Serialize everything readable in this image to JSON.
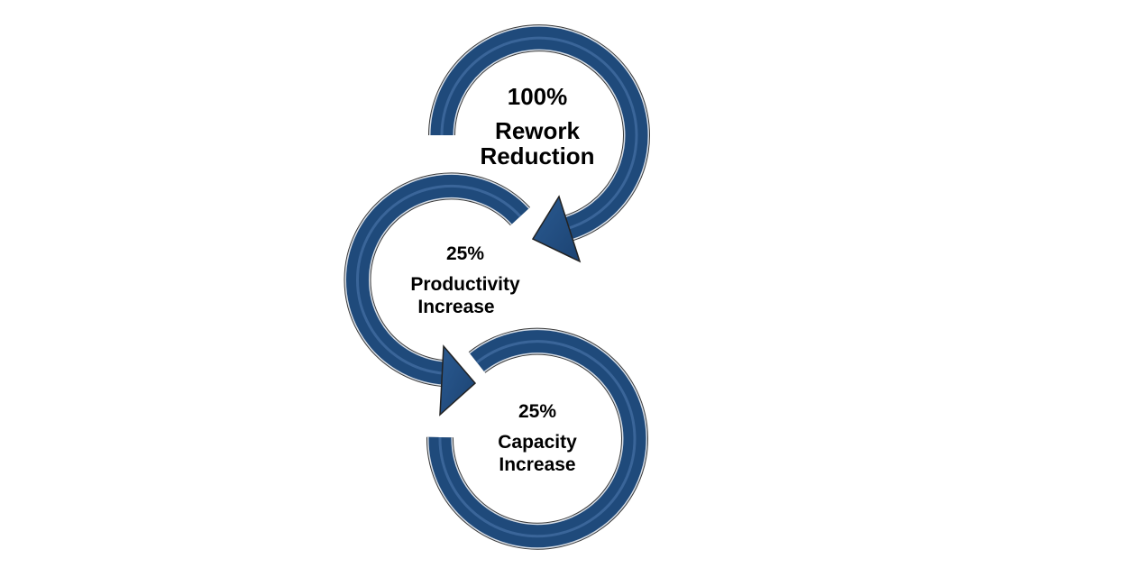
{
  "colors": {
    "arrow": "#1f4a7b",
    "outline": "#c9d3df",
    "highlight": "#5b84b8"
  },
  "steps": [
    {
      "value": "100%",
      "line1": "Rework",
      "line2": "Reduction"
    },
    {
      "value": "25%",
      "line1": "Productivity",
      "line2": "Increase"
    },
    {
      "value": "25%",
      "line1": "Capacity",
      "line2": "Increase"
    }
  ]
}
